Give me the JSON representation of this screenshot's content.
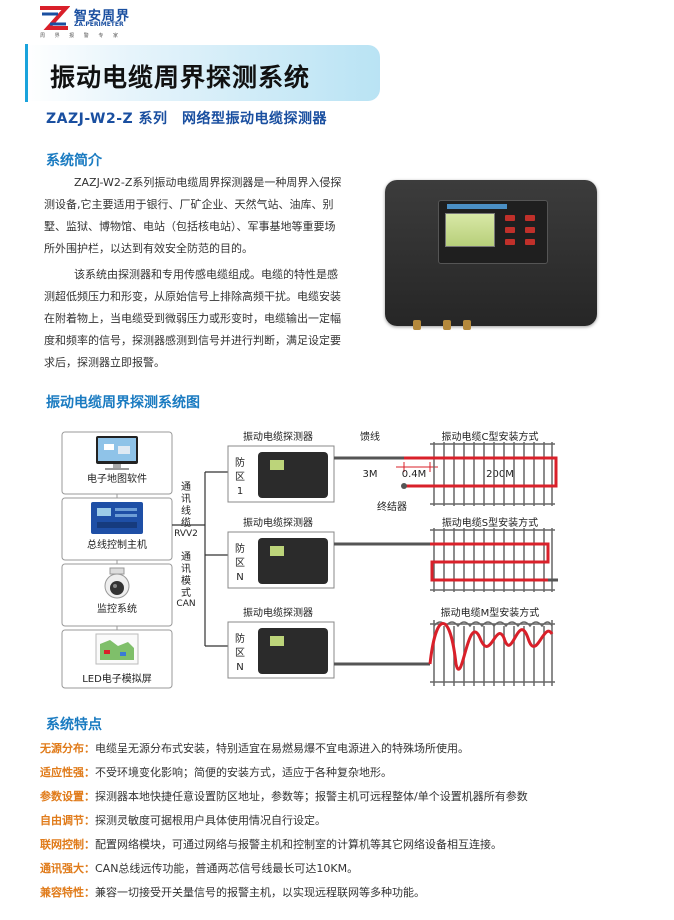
{
  "logo": {
    "name_cn": "智安周界",
    "name_en": "ZA.PERIMETER",
    "slogan": "周 界 报 警 专 家"
  },
  "banner": {
    "title": "振动电缆周界探测系统"
  },
  "subtitle": "ZAZJ-W2-Z 系列　网络型振动电缆探测器",
  "intro": {
    "title": "系统简介",
    "paragraphs": [
      "ZAZJ-W2-Z系列振动电缆周界探测器是一种周界入侵探测设备,它主要适用于银行、厂矿企业、天然气站、油库、别墅、监狱、博物馆、电站（包括核电站）、军事基地等重要场所外围护栏，以达到有效安全防范的目的。",
      "该系统由探测器和专用传感电缆组成。电缆的特性是感测超低频压力和形变，从原始信号上排除高频干扰。电缆安装在附着物上，当电缆受到微弱压力或形变时，电缆输出一定幅度和频率的信号，探测器感测到信号并进行判断，满足设定要求后，探测器立即报警。"
    ]
  },
  "diagram": {
    "title": "振动电缆周界探测系统图",
    "left_devices": [
      {
        "label": "电子地图软件",
        "icon": "monitor-icon"
      },
      {
        "label": "总线控制主机",
        "icon": "controller-icon"
      },
      {
        "label": "监控系统",
        "icon": "camera-icon"
      },
      {
        "label": "LED电子模拟屏",
        "icon": "led-board-icon"
      }
    ],
    "bus_label_1": [
      "通",
      "讯",
      "线",
      "缆",
      "RVV2"
    ],
    "bus_label_2": [
      "通",
      "讯",
      "模",
      "式",
      "CAN"
    ],
    "detector_label": "振动电缆探测器",
    "zones": [
      {
        "zone_text": [
          "防",
          "区",
          "1"
        ],
        "fence_label": "振动电缆C型安装方式"
      },
      {
        "zone_text": [
          "防",
          "区",
          "N"
        ],
        "fence_label": "振动电缆S型安装方式"
      },
      {
        "zone_text": [
          "防",
          "区",
          "N"
        ],
        "fence_label": "振动电缆M型安装方式"
      }
    ],
    "feeder_label": "馈线",
    "terminator_label": "终结器",
    "dim_1": "3M",
    "dim_2": "0.4M",
    "dim_3": "200M",
    "colors": {
      "cable": "#d9202a",
      "line": "#333333",
      "fence": "#555555"
    }
  },
  "features": {
    "title": "系统特点",
    "items": [
      {
        "key": "无源分布：",
        "text": "电缆呈无源分布式安装，特别适宜在易燃易爆不宜电源进入的特殊场所使用。"
      },
      {
        "key": "适应性强：",
        "text": "不受环境变化影响；简便的安装方式，适应于各种复杂地形。"
      },
      {
        "key": "参数设置：",
        "text": "探测器本地快捷任意设置防区地址，参数等；报警主机可远程整体/单个设置机器所有参数"
      },
      {
        "key": "自由调节：",
        "text": "探测灵敏度可据根用户具体使用情况自行设定。"
      },
      {
        "key": "联网控制：",
        "text": "配置网络模块，可通过网络与报警主机和控制室的计算机等其它网络设备相互连接。"
      },
      {
        "key": "通讯强大：",
        "text": "CAN总线远传功能，普通两芯信号线最长可达10KM。"
      },
      {
        "key": "兼容特性：",
        "text": "兼容一切接受开关量信号的报警主机，以实现远程联网等多种功能。"
      }
    ]
  }
}
